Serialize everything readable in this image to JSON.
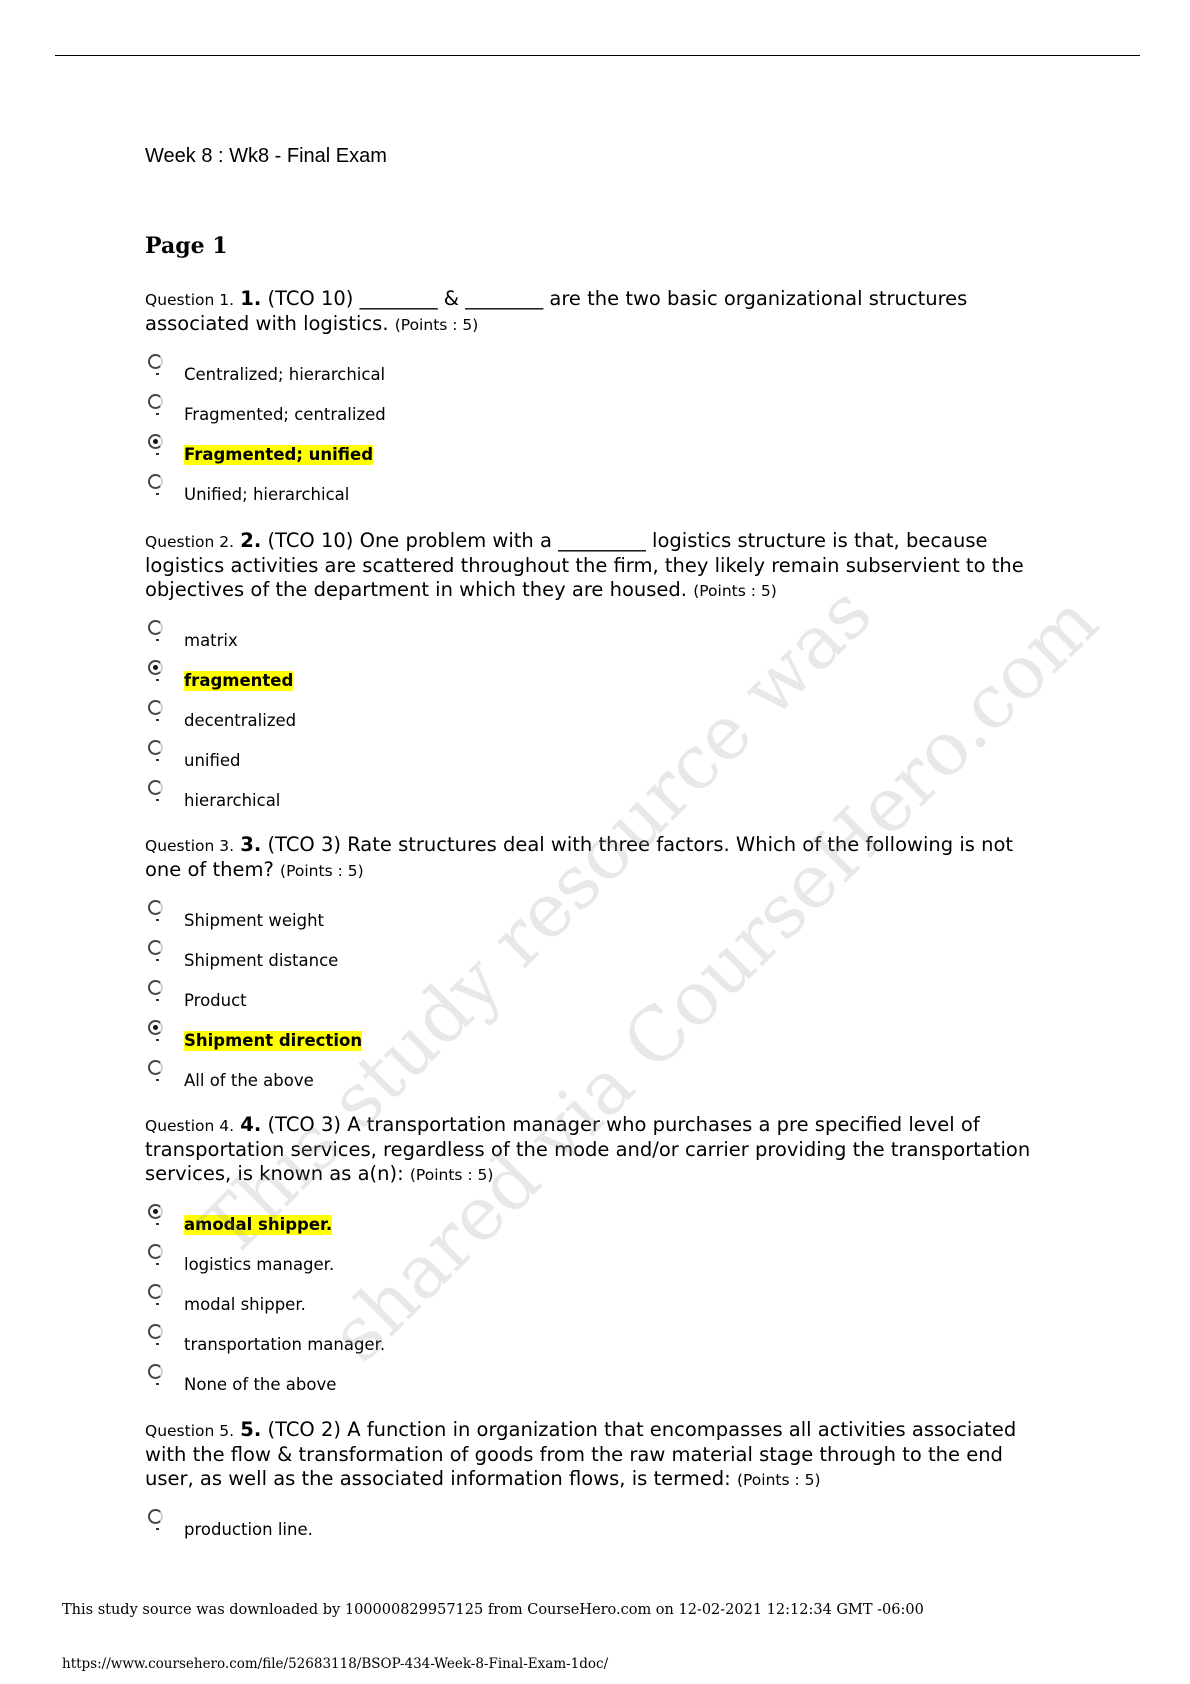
{
  "header": {
    "title": "Week 8 : Wk8 - Final Exam",
    "page_heading": "Page 1"
  },
  "questions": [
    {
      "prefix": "Question 1.",
      "number": "1.",
      "text": "(TCO 10) ________ & ________ are the two basic organizational structures associated with logistics.",
      "points": "(Points : 5)",
      "options": [
        {
          "label": "Centralized; hierarchical",
          "selected": false
        },
        {
          "label": "Fragmented; centralized",
          "selected": false
        },
        {
          "label": "Fragmented; unified",
          "selected": true
        },
        {
          "label": "Unified; hierarchical",
          "selected": false
        }
      ]
    },
    {
      "prefix": "Question 2.",
      "number": "2.",
      "text": "(TCO 10) One problem with a _________ logistics structure is that, because logistics activities are scattered throughout the firm, they likely remain subservient to the objectives of the department in which they are housed.",
      "points": "(Points : 5)",
      "options": [
        {
          "label": "matrix",
          "selected": false
        },
        {
          "label": "fragmented",
          "selected": true
        },
        {
          "label": "decentralized",
          "selected": false
        },
        {
          "label": "unified",
          "selected": false
        },
        {
          "label": "hierarchical",
          "selected": false
        }
      ]
    },
    {
      "prefix": "Question 3.",
      "number": "3.",
      "text": "(TCO 3) Rate structures deal with three factors. Which of the following is not one of them?",
      "points": "(Points : 5)",
      "options": [
        {
          "label": "Shipment weight",
          "selected": false
        },
        {
          "label": "Shipment distance",
          "selected": false
        },
        {
          "label": "Product",
          "selected": false
        },
        {
          "label": "Shipment direction",
          "selected": true
        },
        {
          "label": "All of the above",
          "selected": false
        }
      ]
    },
    {
      "prefix": "Question 4.",
      "number": "4.",
      "text": "(TCO 3) A transportation manager who purchases a pre specified level of transportation services, regardless of the mode and/or carrier providing the transportation services, is known as a(n):",
      "points": "(Points : 5)",
      "options": [
        {
          "label": "amodal shipper.",
          "selected": true
        },
        {
          "label": "logistics manager.",
          "selected": false
        },
        {
          "label": "modal shipper.",
          "selected": false
        },
        {
          "label": "transportation manager.",
          "selected": false
        },
        {
          "label": "None of the above",
          "selected": false
        }
      ]
    },
    {
      "prefix": "Question 5.",
      "number": "5.",
      "text": "(TCO 2) A function in organization that encompasses all activities associated with the flow & transformation of goods from the raw material stage through to the end user, as well as the associated information flows, is termed:",
      "points": "(Points : 5)",
      "options": [
        {
          "label": "production line.",
          "selected": false
        }
      ]
    }
  ],
  "watermark": {
    "line1": "This study resource was",
    "line2": "shared via CourseHero.com"
  },
  "footer": {
    "source_text": "This study source was downloaded by 100000829957125 from CourseHero.com on 12-02-2021 12:12:34 GMT -06:00",
    "url": "https://www.coursehero.com/file/52683118/BSOP-434-Week-8-Final-Exam-1doc/"
  }
}
